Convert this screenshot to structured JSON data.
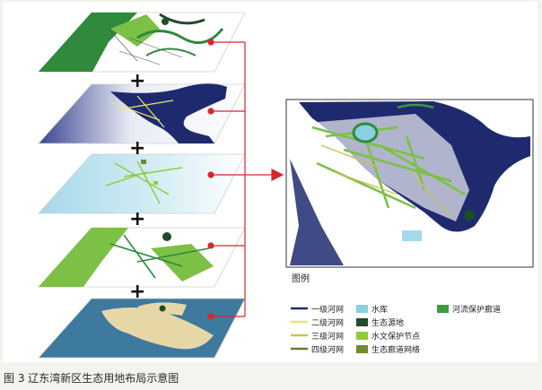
{
  "figure": {
    "caption": "图 3  辽东湾新区生态用地布局示意图",
    "plus_symbol": "+",
    "legend_title": "图例",
    "legend": [
      {
        "label": "一级河网",
        "kind": "line",
        "color": "#1f2a6e"
      },
      {
        "label": "二级河网",
        "kind": "line",
        "color": "#e6e47a"
      },
      {
        "label": "三级河网",
        "kind": "line",
        "color": "#c9c25a"
      },
      {
        "label": "四级河网",
        "kind": "line",
        "color": "#6a7a2a"
      },
      {
        "label": "水库",
        "kind": "swatch",
        "color": "#8ccfe3"
      },
      {
        "label": "生态源地",
        "kind": "swatch",
        "color": "#1e4d2b"
      },
      {
        "label": "水文保护节点",
        "kind": "swatch",
        "color": "#8fcc3c"
      },
      {
        "label": "生态廊道网络",
        "kind": "swatch",
        "color": "#6f8a2e"
      },
      {
        "label": "河流保护廊道",
        "kind": "swatch",
        "color": "#3f9a3f"
      }
    ],
    "colors": {
      "connector": "#d9252b",
      "sea": "#1f2a6e",
      "layer1": "#2f8a3c",
      "layer3": "#bfe3ee",
      "layer4": "#7cc046",
      "layer5": "#3d7a9e",
      "sand": "#e8d7a6"
    }
  }
}
